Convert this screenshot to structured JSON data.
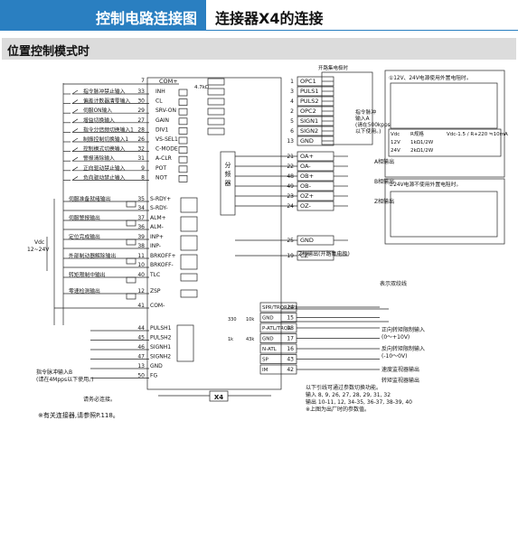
{
  "header": {
    "left_title": "控制电路连接图",
    "right_title": "连接器X4的连接"
  },
  "section_title": "位置控制模式时",
  "left_inputs": [
    {
      "label": "指令脉冲禁止输入",
      "pin": "33",
      "sig": "INH"
    },
    {
      "label": "偏差计数器清零输入",
      "pin": "30",
      "sig": "CL"
    },
    {
      "label": "伺服ON输入",
      "pin": "29",
      "sig": "SRV-ON"
    },
    {
      "label": "增益切换输入",
      "pin": "27",
      "sig": "GAIN"
    },
    {
      "label": "指令分倍频切换输入1",
      "pin": "28",
      "sig": "DIV1"
    },
    {
      "label": "制振控制切换输入1",
      "pin": "26",
      "sig": "VS-SEL1"
    },
    {
      "label": "控制模式切换输入",
      "pin": "32",
      "sig": "C-MODE"
    },
    {
      "label": "警报清除输入",
      "pin": "31",
      "sig": "A-CLR"
    },
    {
      "label": "正向驱动禁止输入",
      "pin": "9",
      "sig": "POT"
    },
    {
      "label": "负向驱动禁止输入",
      "pin": "8",
      "sig": "NOT"
    }
  ],
  "com_plus": {
    "pin": "7",
    "sig": "COM+"
  },
  "left_outputs": [
    {
      "label": "伺服准备就绪输出",
      "pins": [
        "35",
        "34"
      ],
      "sigs": [
        "S-RDY+",
        "S-RDY-"
      ]
    },
    {
      "label": "伺服警报输出",
      "pins": [
        "37",
        "36"
      ],
      "sigs": [
        "ALM+",
        "ALM-"
      ]
    },
    {
      "label": "定位完成输出",
      "pins": [
        "39",
        "38"
      ],
      "sigs": [
        "INP+",
        "INP-"
      ]
    },
    {
      "label": "外部制动器解除输出",
      "pins": [
        "11",
        "10"
      ],
      "sigs": [
        "BRKOFF+",
        "BRKOFF-"
      ]
    },
    {
      "label": "转矩限制中输出",
      "pins": [
        "40"
      ],
      "sigs": [
        "TLC"
      ]
    },
    {
      "label": "零速检测输出",
      "pins": [
        "12"
      ],
      "sigs": [
        "ZSP"
      ]
    }
  ],
  "com_minus": {
    "pin": "41",
    "sig": "COM-"
  },
  "vdc": "Vdc\n12~24V",
  "resistor": "4.7kΩ",
  "pulse_lower": [
    {
      "pin": "44",
      "sig": "PULSH1"
    },
    {
      "pin": "45",
      "sig": "PULSH2"
    },
    {
      "pin": "46",
      "sig": "SIGNH1"
    },
    {
      "pin": "47",
      "sig": "SIGNH2"
    },
    {
      "pin": "13",
      "sig": "GND"
    },
    {
      "pin": "50",
      "sig": "FG"
    }
  ],
  "pulse_lower_note": [
    "指令脉冲输入B",
    "(请在4Mpps以下使用。)"
  ],
  "connect_note": "请务必连接。",
  "x4_label": "X4",
  "right_upper": [
    {
      "pin": "1",
      "sig": "OPC1"
    },
    {
      "pin": "3",
      "sig": "PULS1"
    },
    {
      "pin": "4",
      "sig": "PULS2"
    },
    {
      "pin": "2",
      "sig": "OPC2"
    },
    {
      "pin": "5",
      "sig": "SIGN1"
    },
    {
      "pin": "6",
      "sig": "SIGN2"
    },
    {
      "pin": "13",
      "sig": "GND"
    }
  ],
  "open_collector": "开路集电极时",
  "pulse_a_note": [
    "指令脉冲",
    "输入A",
    "(请在500kpps",
    "以下使用。)"
  ],
  "encoder": [
    {
      "pin": "21",
      "sig": "OA+"
    },
    {
      "pin": "22",
      "sig": "OA-"
    },
    {
      "pin": "48",
      "sig": "OB+"
    },
    {
      "pin": "49",
      "sig": "OB-"
    },
    {
      "pin": "23",
      "sig": "OZ+"
    },
    {
      "pin": "24",
      "sig": "OZ-"
    },
    {
      "pin": "25",
      "sig": "GND"
    },
    {
      "pin": "19",
      "sig": "CZ"
    }
  ],
  "divider": "分频器",
  "phase_out": [
    "A相输出",
    "B相输出",
    "Z相输出"
  ],
  "cz_note": "Z相输出(开路集电极)",
  "twisted_note": "表示双绞线",
  "analog": [
    {
      "pin": "14",
      "sig": "SPR/TRQR/SPL"
    },
    {
      "pin": "15",
      "sig": "GND"
    },
    {
      "pin": "18",
      "sig": "P-ATL/TRQR"
    },
    {
      "pin": "17",
      "sig": "GND"
    },
    {
      "pin": "16",
      "sig": "N-ATL"
    },
    {
      "pin": "43",
      "sig": "SP"
    },
    {
      "pin": "42",
      "sig": "IM"
    }
  ],
  "analog_labels": [
    "正向转矩限制输入",
    "(0～+10V)",
    "反向转矩限制输入",
    "(-10～0V)",
    "速度监视器输出",
    "转矩监视器输出"
  ],
  "ohm": [
    "330",
    "10k",
    "1k",
    "43k"
  ],
  "param_note": [
    "以下引线可通过参数切换功能。",
    "输入  8, 9, 26, 27, 28, 29, 31, 32",
    "输出  10-11, 12, 34-35, 36-37, 38-39, 40",
    "※上图为出厂时的参数值。"
  ],
  "box1_title": "①12V、24V电源使用外置电阻时。",
  "box1_table": {
    "headers": [
      "Vdc",
      "R规格",
      "Vdc-1.5 / R+220 ≒10mA"
    ],
    "rows": [
      [
        "12V",
        "1kΩ1/2W"
      ],
      [
        "24V",
        "2kΩ1/2W"
      ]
    ]
  },
  "box2_title": "②24V电源不使用外置电阻时。",
  "footer": "※有关连接器,请参照P.118。"
}
